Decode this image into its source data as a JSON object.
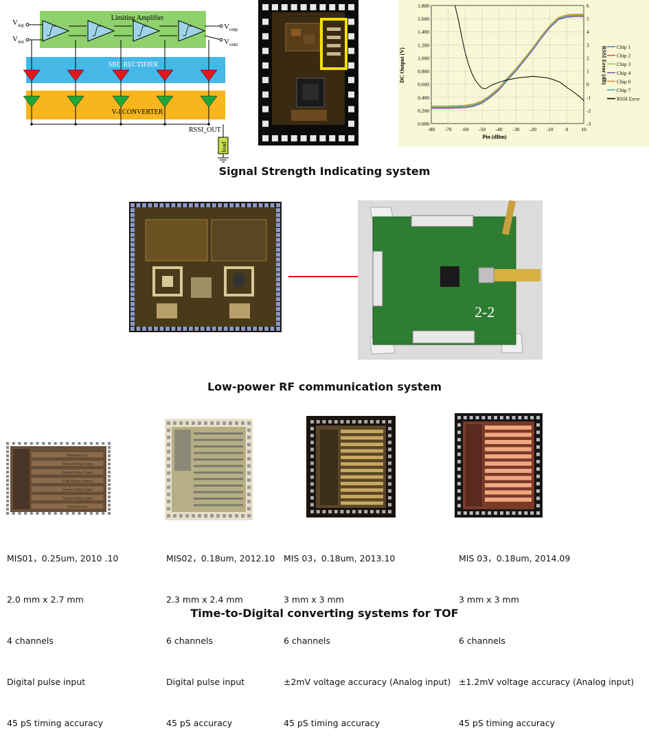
{
  "sections": {
    "rssi": {
      "caption": "Signal Strength Indicating system",
      "diagram": {
        "amp_label": "Limiting Amplifier",
        "rectifier_label": "SBD RECTIFIER",
        "converter_label": "V-I CONVERTER",
        "vinp": "V",
        "vinp_sub": "inp",
        "vinn": "V",
        "vinn_sub": "inn",
        "voutp": "V",
        "voutp_sub": "outp",
        "voutn": "V",
        "voutn_sub": "outn",
        "rssi_out": "RSSI_OUT",
        "load": "load"
      }
    },
    "rf": {
      "caption": "Low-power RF communication system",
      "board_label": "2-2"
    },
    "tdc": {
      "caption": "Time-to-Digital converting systems for TOF",
      "chip1_labels": [
        "Dummy Line",
        "Vernier Delay Line4",
        "Vernier Delay Line3",
        "VDL Delay Control",
        "Vernier Delay Line2",
        "Vernier Delay Line1",
        "Dummy Line"
      ],
      "chips": [
        {
          "lines": [
            "MIS01，0.25um, 2010 .10",
            "2.0 mm x 2.7 mm",
            "4 channels",
            "Digital pulse input",
            "45 pS timing accuracy"
          ]
        },
        {
          "lines": [
            "MIS02，0.18um, 2012.10",
            "2.3 mm x 2.4 mm",
            "6 channels",
            "Digital pulse input",
            "45 pS accuracy"
          ]
        },
        {
          "lines": [
            "MIS 03，0.18um, 2013.10",
            "3 mm x 3 mm",
            "6 channels",
            "±2mV voltage accuracy (Analog input)",
            "45 pS timing accuracy"
          ]
        },
        {
          "lines": [
            "MIS 03，0.18um, 2014.09",
            "3 mm x 3 mm",
            "6 channels",
            "±1.2mV voltage accuracy (Analog input)",
            "45 pS timing accuracy"
          ]
        }
      ]
    }
  },
  "colors": {
    "amp_band": "#8fd16b",
    "rectifier_band": "#45b8e8",
    "converter_band": "#f7b51e",
    "rectifier_arrow": "#e8141b",
    "converter_arrow": "#1fa83a",
    "chart_bg": "#f8f8d6",
    "arrow_red": "#dd1111"
  },
  "chart_data": {
    "type": "line",
    "x_axis": {
      "label": "Pin (dBm)",
      "min": -80,
      "max": 10,
      "ticks": [
        -80,
        -70,
        -60,
        -50,
        -40,
        -30,
        -20,
        -10,
        0,
        10
      ]
    },
    "y_left": {
      "label": "DC Output (V)",
      "min": 0,
      "max": 1.8,
      "ticks": [
        "0.000",
        "0.200",
        "0.400",
        "0.600",
        "0.800",
        "1.000",
        "1.200",
        "1.400",
        "1.600",
        "1.800"
      ]
    },
    "y_right": {
      "label": "RSSI Error (dB)",
      "min": -3,
      "max": 6,
      "ticks": [
        -3,
        -2,
        -1,
        0,
        1,
        2,
        3,
        4,
        5,
        6
      ]
    },
    "grid": true,
    "legend_position": "right",
    "series": [
      {
        "name": "Chip 1",
        "color": "#4a79c4",
        "axis": "left",
        "offset": 0.0
      },
      {
        "name": "Chip 2",
        "color": "#c94a48",
        "axis": "left",
        "offset": -0.01
      },
      {
        "name": "Chip 3",
        "color": "#8ebf4a",
        "axis": "left",
        "offset": 0.01
      },
      {
        "name": "Chip 4",
        "color": "#7a5aa8",
        "axis": "left",
        "offset": -0.02
      },
      {
        "name": "Chip 6",
        "color": "#e68a2e",
        "axis": "left",
        "offset": 0.02
      },
      {
        "name": "Chip 7",
        "color": "#3fa8c4",
        "axis": "left",
        "offset": -0.005
      },
      {
        "name": "RSSI Error",
        "color": "#000000",
        "axis": "right",
        "offset": 0
      }
    ],
    "dc_curve": {
      "x": [
        -80,
        -70,
        -60,
        -55,
        -50,
        -45,
        -40,
        -35,
        -30,
        -25,
        -20,
        -15,
        -10,
        -5,
        0,
        5,
        10
      ],
      "y": [
        0.25,
        0.25,
        0.26,
        0.28,
        0.33,
        0.42,
        0.53,
        0.68,
        0.82,
        0.98,
        1.14,
        1.32,
        1.48,
        1.6,
        1.64,
        1.65,
        1.65
      ]
    },
    "error_curve": {
      "x": [
        -66,
        -64,
        -62,
        -60,
        -58,
        -56,
        -54,
        -52,
        -50,
        -48,
        -46,
        -44,
        -40,
        -36,
        -32,
        -28,
        -24,
        -20,
        -16,
        -12,
        -8,
        -4,
        0,
        4,
        8,
        10
      ],
      "y": [
        6.0,
        4.9,
        3.6,
        2.4,
        1.5,
        0.8,
        0.3,
        -0.05,
        -0.3,
        -0.35,
        -0.2,
        -0.05,
        0.15,
        0.3,
        0.4,
        0.5,
        0.55,
        0.6,
        0.55,
        0.5,
        0.35,
        0.15,
        -0.25,
        -0.6,
        -1.0,
        -1.25
      ]
    }
  }
}
